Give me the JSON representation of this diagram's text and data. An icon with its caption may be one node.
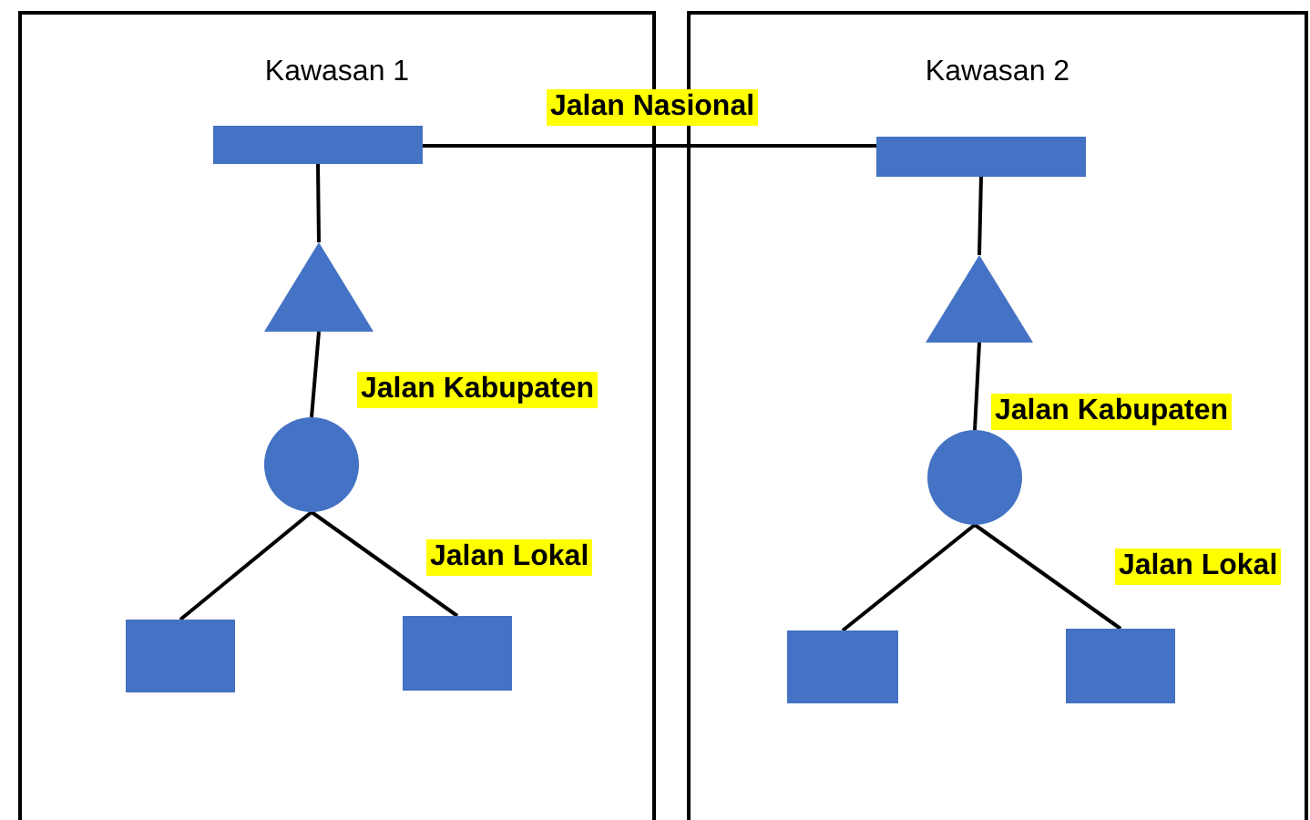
{
  "diagram": {
    "nodes": [
      {
        "text": [
          "Kawasan 1"
        ]
      },
      {
        "text": [],
        "shape": "bar",
        "in": 0
      },
      {
        "text": [],
        "shape": "triangle",
        "in": 0
      },
      {
        "text": [],
        "shape": "circle",
        "in": 0
      },
      {
        "text": [],
        "shape": "box",
        "in": 0
      },
      {
        "text": [],
        "shape": "box",
        "in": 0
      },
      {
        "text": [
          "Kawasan 2"
        ]
      },
      {
        "text": [],
        "shape": "bar",
        "in": 6
      },
      {
        "text": [],
        "shape": "triangle",
        "in": 6
      },
      {
        "text": [],
        "shape": "circle",
        "in": 6
      },
      {
        "text": [],
        "shape": "box",
        "in": 6
      },
      {
        "text": [],
        "shape": "box",
        "in": 6
      }
    ],
    "edges": [
      {
        "from": 1,
        "to": 7,
        "arrow": "none",
        "label": "Jalan Nasional"
      },
      {
        "from": 1,
        "to": 2,
        "arrow": "none"
      },
      {
        "from": 2,
        "to": 3,
        "arrow": "none",
        "label": "Jalan Kabupaten"
      },
      {
        "from": 3,
        "to": 4,
        "arrow": "none"
      },
      {
        "from": 3,
        "to": 5,
        "arrow": "none",
        "label": "Jalan Lokal"
      },
      {
        "from": 7,
        "to": 8,
        "arrow": "none"
      },
      {
        "from": 8,
        "to": 9,
        "arrow": "none",
        "label": "Jalan Kabupaten"
      },
      {
        "from": 9,
        "to": 10,
        "arrow": "none"
      },
      {
        "from": 9,
        "to": 11,
        "arrow": "none",
        "label": "Jalan Lokal"
      }
    ]
  }
}
